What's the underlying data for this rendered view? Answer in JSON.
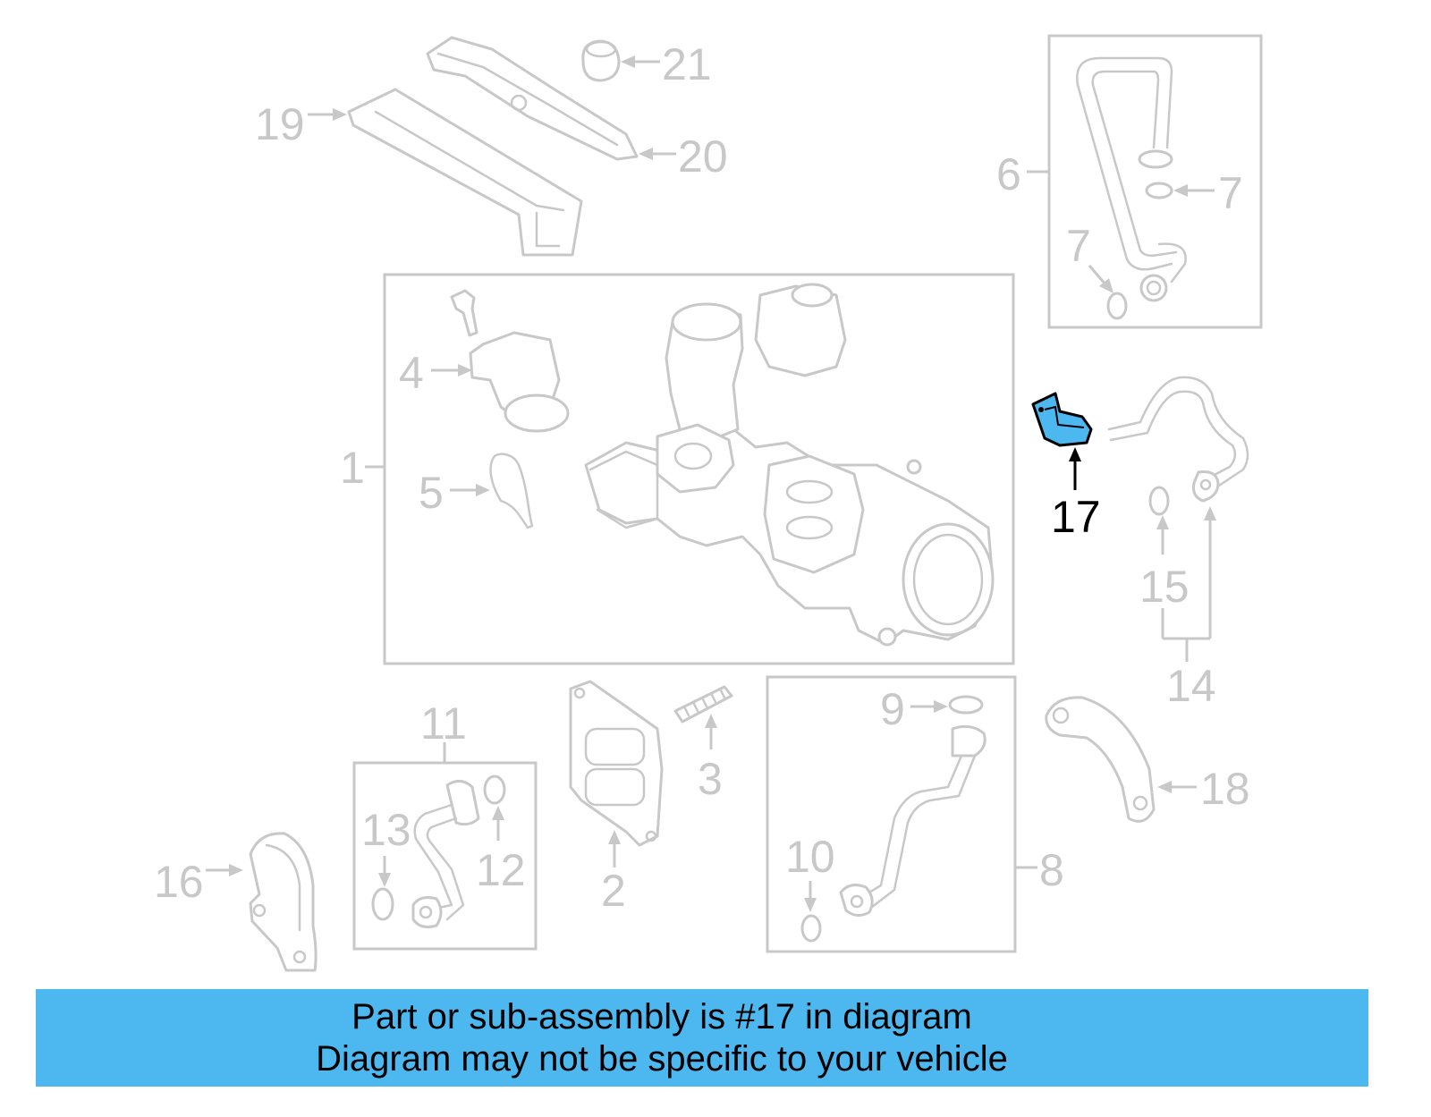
{
  "diagram": {
    "highlight_color": "#4db8f0",
    "callouts": {
      "c1": "1",
      "c2": "2",
      "c3": "3",
      "c4": "4",
      "c5": "5",
      "c6": "6",
      "c7a": "7",
      "c7b": "7",
      "c8": "8",
      "c9": "9",
      "c10": "10",
      "c11": "11",
      "c12": "12",
      "c13": "13",
      "c14": "14",
      "c15": "15",
      "c16": "16",
      "c17": "17",
      "c18": "18",
      "c19": "19",
      "c20": "20",
      "c21": "21"
    },
    "highlighted_part": "17"
  },
  "banner": {
    "line1": "Part or sub-assembly is #17 in diagram",
    "line2": "Diagram may not be specific to your vehicle"
  }
}
